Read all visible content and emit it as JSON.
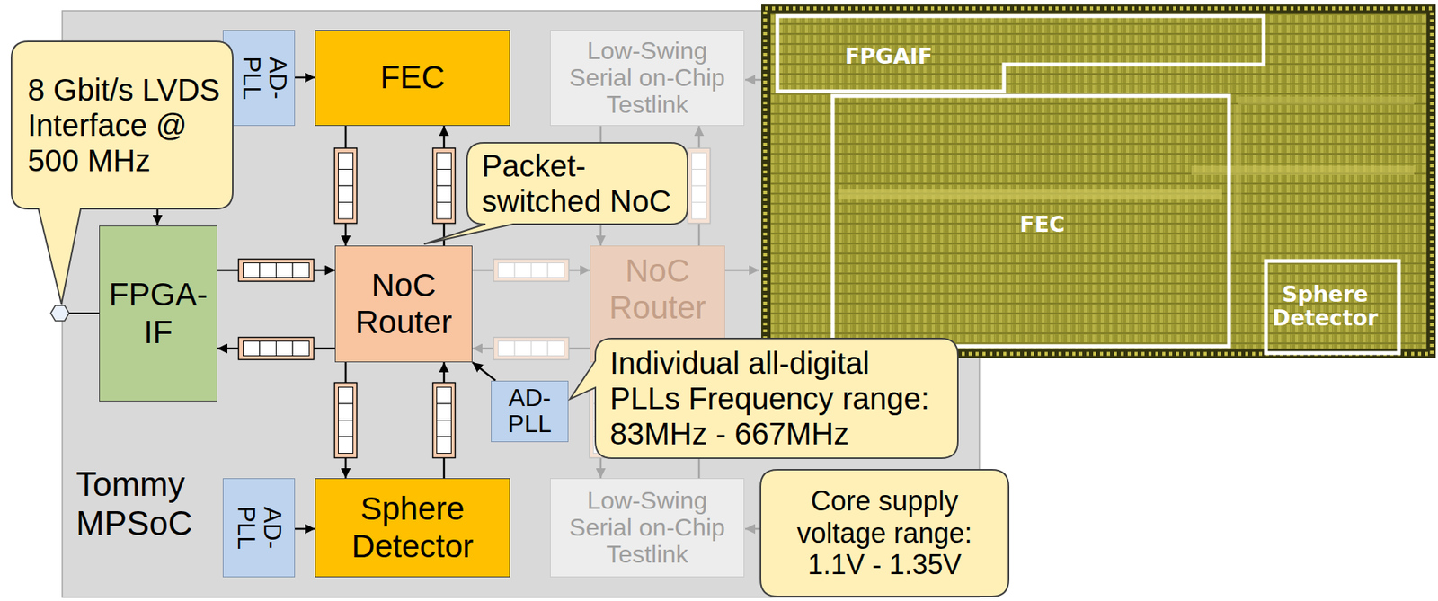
{
  "diagram": {
    "nodes": [
      {
        "text": [
          "Tommy MPSoC"
        ]
      },
      {
        "text": [
          "8 Gbit/s LVDS Interface @ 500 MHz"
        ]
      },
      {
        "text": [
          "AD- PLL"
        ],
        "in": 0
      },
      {
        "text": [
          "FEC"
        ],
        "in": 0
      },
      {
        "text": [
          "Low-Swing Serial on-Chip Testlink"
        ],
        "in": 0
      },
      {
        "text": [
          "Packet- switched NoC"
        ]
      },
      {
        "text": [
          "FPGA- IF"
        ],
        "in": 0
      },
      {
        "text": [
          "NoC Router"
        ],
        "in": 0
      },
      {
        "text": [
          "NoC Router"
        ],
        "in": 0
      },
      {
        "text": [
          "AD- PLL"
        ],
        "in": 0
      },
      {
        "text": [
          "Individual all-digital PLLs Frequency range: 83MHz - 667MHz"
        ]
      },
      {
        "text": [
          "AD- PLL"
        ],
        "in": 0
      },
      {
        "text": [
          "Sphere Detector"
        ],
        "in": 0
      },
      {
        "text": [
          "Low-Swing Serial on-Chip Testlink"
        ],
        "in": 0
      },
      {
        "text": [
          "Core supply voltage range: 1.1V - 1.35V"
        ]
      }
    ],
    "edges": [
      {
        "from": 2,
        "to": 3,
        "arrow": "to"
      },
      {
        "from": 3,
        "to": 7,
        "arrow": "to"
      },
      {
        "from": 7,
        "to": 3,
        "arrow": "to"
      },
      {
        "from": 6,
        "to": 7,
        "arrow": "to"
      },
      {
        "from": 7,
        "to": 6,
        "arrow": "to"
      },
      {
        "from": 7,
        "to": 8,
        "arrow": "to"
      },
      {
        "from": 8,
        "to": 7,
        "arrow": "to"
      },
      {
        "from": 9,
        "to": 7,
        "arrow": "to"
      },
      {
        "from": 7,
        "to": 12,
        "arrow": "to"
      },
      {
        "from": 12,
        "to": 7,
        "arrow": "to"
      },
      {
        "from": 11,
        "to": 12,
        "arrow": "to"
      },
      {
        "from": 4,
        "to": 8,
        "arrow": "to"
      },
      {
        "from": 8,
        "to": 4,
        "arrow": "to"
      },
      {
        "from": 8,
        "to": 13,
        "arrow": "to"
      },
      {
        "from": 13,
        "to": 8,
        "arrow": "to"
      }
    ],
    "labels": [
      "FPGAIF",
      "FEC",
      "Sphere Detector"
    ]
  }
}
